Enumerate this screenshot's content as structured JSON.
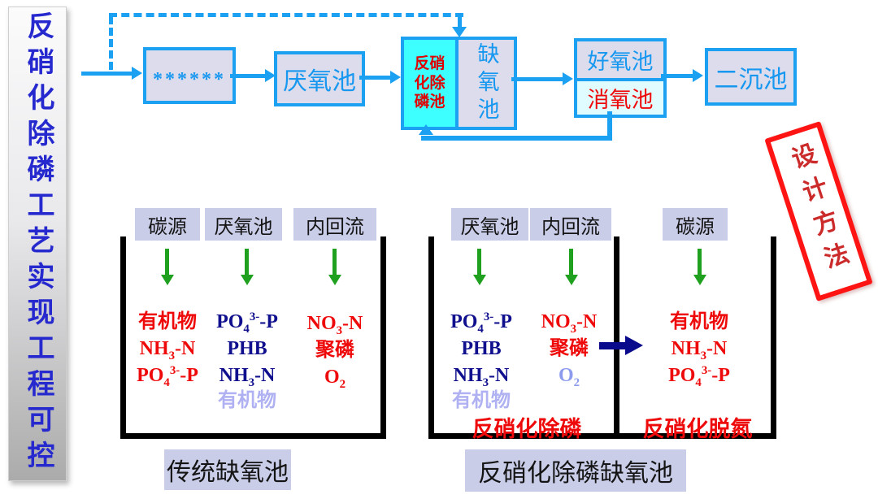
{
  "banner": {
    "text": "反硝化除磷工艺实现工程可控"
  },
  "flow": {
    "inlet": "******",
    "anaerobic": "厌氧池",
    "dnpr": "反硝化除磷池",
    "dnpr_lines": [
      "反硝",
      "化除",
      "磷池"
    ],
    "anoxic": "缺氧池",
    "aerobic": "好氧池",
    "deaeration": "消氧池",
    "secondary": "二沉池"
  },
  "stamp": {
    "text": "设计方法"
  },
  "tank1": {
    "headers": [
      "碳源",
      "厌氧池",
      "内回流"
    ],
    "col1": [
      "有机物",
      "NH~3~-N",
      "PO~4~^3-^-P"
    ],
    "col2": [
      "PO~4~^3-^-P",
      "PHB",
      "NH~3~-N",
      "有机物"
    ],
    "col3": [
      "NO~3~-N",
      "聚磷",
      "O~2~"
    ],
    "caption": "传统缺氧池"
  },
  "tank2": {
    "headers": [
      "厌氧池",
      "内回流",
      "碳源"
    ],
    "colA": [
      "PO~4~^3-^-P",
      "PHB",
      "NH~3~-N",
      "有机物"
    ],
    "colB": [
      "NO~3~-N",
      "聚磷",
      "O~2~"
    ],
    "colC": [
      "有机物",
      "NH~3~-N",
      "PO~4~^3-^-P"
    ],
    "note_left": "反硝化除磷",
    "note_right": "反硝化脱氮",
    "caption": "反硝化除磷缺氧池"
  },
  "palette": {
    "flow_blue": "#1ba0f2",
    "box_fill_lavender": "#dcdcec",
    "dnpr_cyan": "#3dffff",
    "deaeration_fill": "#e0fcff",
    "header_lavender": "#c9cde8",
    "text_red": "#ee0a0a",
    "text_navy": "#10108e",
    "text_lilac": "#afb1f2",
    "text_lightblue": "#8d9bee",
    "arrow_green": "#1fa01f",
    "transfer_navy": "#0a0a8c",
    "stamp_red": "#ff1414",
    "banner_blue": "#2629ce",
    "tank_wall_black": "#000000"
  }
}
